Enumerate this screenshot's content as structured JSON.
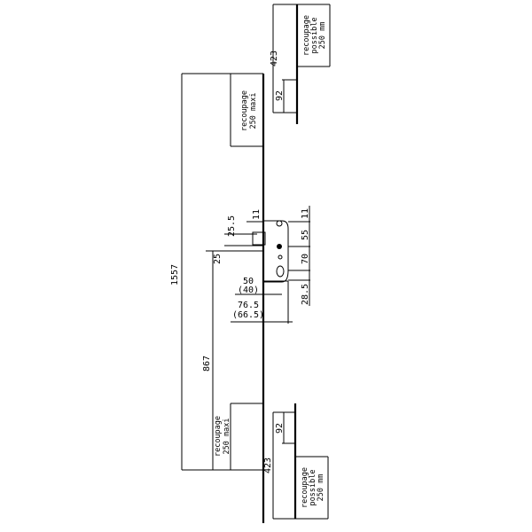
{
  "dimensions": {
    "total_length": "1557",
    "lock_to_bottom": "867",
    "top_rod_length": "423",
    "bottom_rod_length": "423",
    "top_hook_offset": "92",
    "bottom_hook_offset": "92",
    "strike_11": "11",
    "strike_25_5": "25.5",
    "strike_25": "25",
    "case_11": "11",
    "case_55": "55",
    "case_70": "70",
    "case_28_5": "28.5",
    "backset_50": "50",
    "backset_40": "(40)",
    "backset_76_5": "76.5",
    "backset_66_5": "(66.5)"
  },
  "notes": {
    "upper_main": {
      "line1": "recoupage",
      "line2": "250 maxi"
    },
    "lower_main": {
      "line1": "recoupage",
      "line2": "250 maxi"
    },
    "top_rod": {
      "line1": "recoupage",
      "line2": "possible",
      "line3": "250 mm"
    },
    "bottom_rod": {
      "line1": "recoupage",
      "line2": "possible",
      "line3": "250 mm"
    }
  }
}
